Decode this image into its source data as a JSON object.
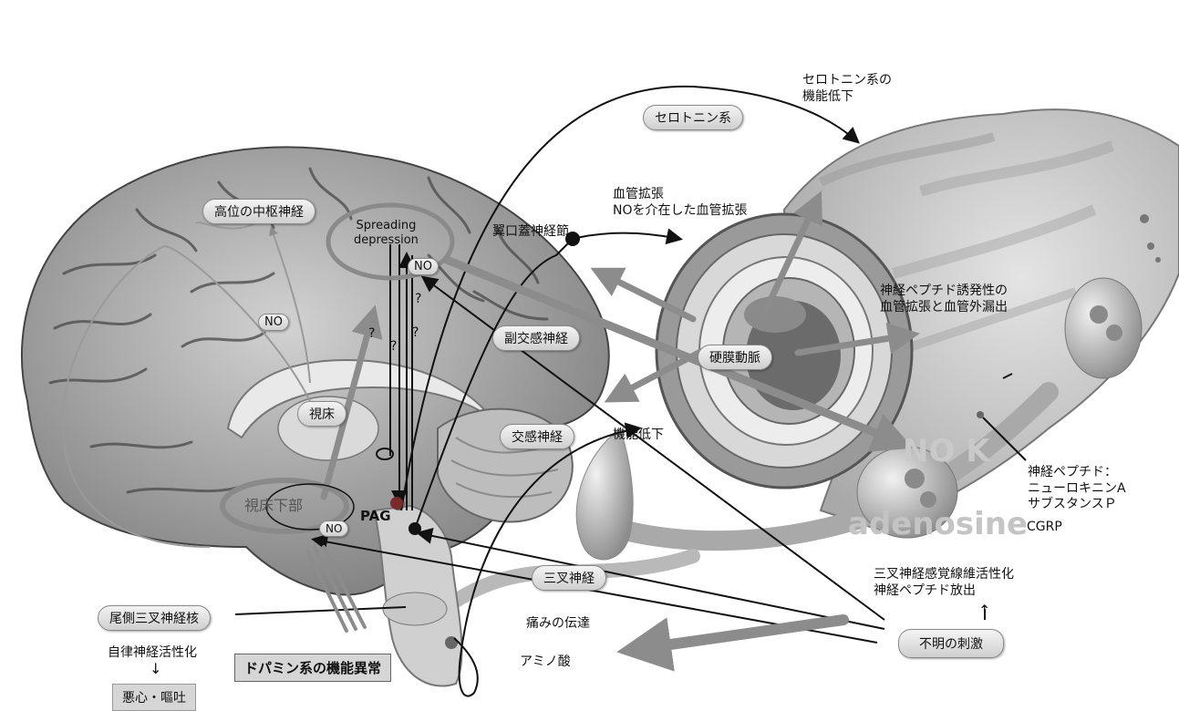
{
  "labels": {
    "higher_cns": "高位の中枢神経",
    "spreading": "Spreading\ndepression",
    "no_1": "NO",
    "no_2": "NO",
    "no_3": "NO",
    "q1": "?",
    "q2": "?",
    "q3": "?",
    "thalamus": "視床",
    "hypothalamus": "視床下部",
    "pag": "PAG",
    "caudal_trigeminal": "尾側三叉神経核",
    "autonomic": "自律神経活性化",
    "nausea": "悪心・嘔吐",
    "dopamine": "ドパミン系の機能異常",
    "serotonin_system": "セロトニン系",
    "serotonin_decline": "セロトニン系の\n機能低下",
    "vasodilation": "血管拡張\nNOを介在した血管拡張",
    "pterygopalatine": "翼口蓋神経節",
    "parasympathetic": "副交感神経",
    "sympathetic": "交感神経",
    "function_decline": "機能低下",
    "dural_artery": "硬膜動脈",
    "neuropeptide_induced": "神経ペプチド誘発性の\n血管拡張と血管外漏出",
    "neuropeptide_list": "神経ペプチド：\nニューロキニンA\nサブスタンスＰ",
    "cgrp": "CGRP",
    "trigeminal_nerve": "三叉神経",
    "pain_transmission": "痛みの伝達",
    "amino_acid": "アミノ酸",
    "trigeminal_activation": "三叉神経感覚線維活性化\n神経ペプチド放出",
    "unknown_stimulus": "不明の刺激"
  },
  "watermarks": {
    "no_k": "NO  K",
    "adenosine": "adenosine"
  },
  "colors": {
    "brain": "#9a9a9a",
    "brain_gyri": "#c7c7c7",
    "sulci": "#4f4f4f",
    "vessel": "#cfcfcf",
    "gray_arrow": "#8c8c8c",
    "black_line": "#111111"
  }
}
